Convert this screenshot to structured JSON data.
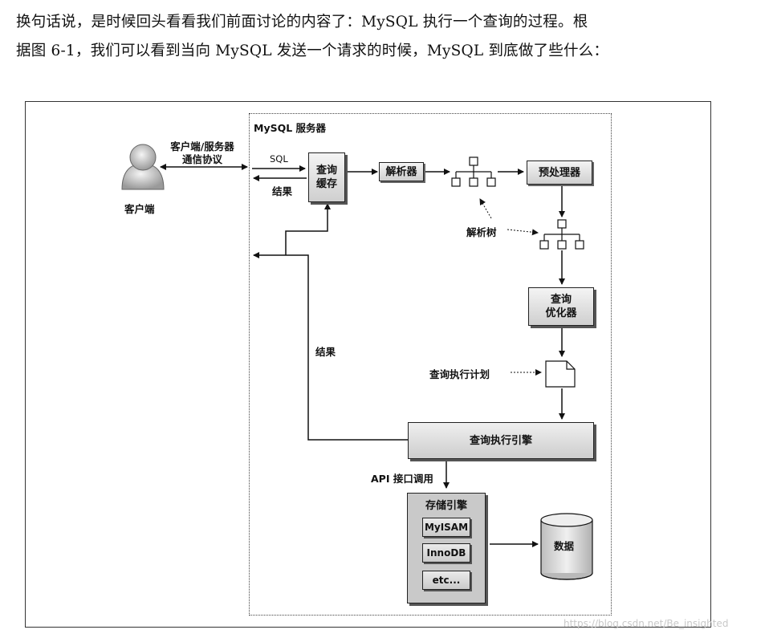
{
  "text": {
    "line1": "换句话说，是时候回头看看我们前面讨论的内容了：MySQL 执行一个查询的过程。根",
    "line2": "据图 6-1，我们可以看到当向 MySQL 发送一个请求的时候，MySQL 到底做了些什么："
  },
  "diagram": {
    "server_label": "MySQL 服务器",
    "client_label": "客户端",
    "protocol_label_1": "客户端/服务器",
    "protocol_label_2": "通信协议",
    "sql_label": "SQL",
    "result_label_top": "结果",
    "result_label_left": "结果",
    "query_cache_1": "查询",
    "query_cache_2": "缓存",
    "parser": "解析器",
    "preprocessor": "预处理器",
    "parse_tree": "解析树",
    "optimizer_1": "查询",
    "optimizer_2": "优化器",
    "execution_plan": "查询执行计划",
    "execution_engine": "查询执行引擎",
    "api_calls": "API 接口调用",
    "storage_engines": "存储引擎",
    "engine_myisam": "MyISAM",
    "engine_innodb": "InnoDB",
    "engine_etc": "etc...",
    "data": "数据"
  },
  "watermark": "https://blog.csdn.net/Be_insighted"
}
